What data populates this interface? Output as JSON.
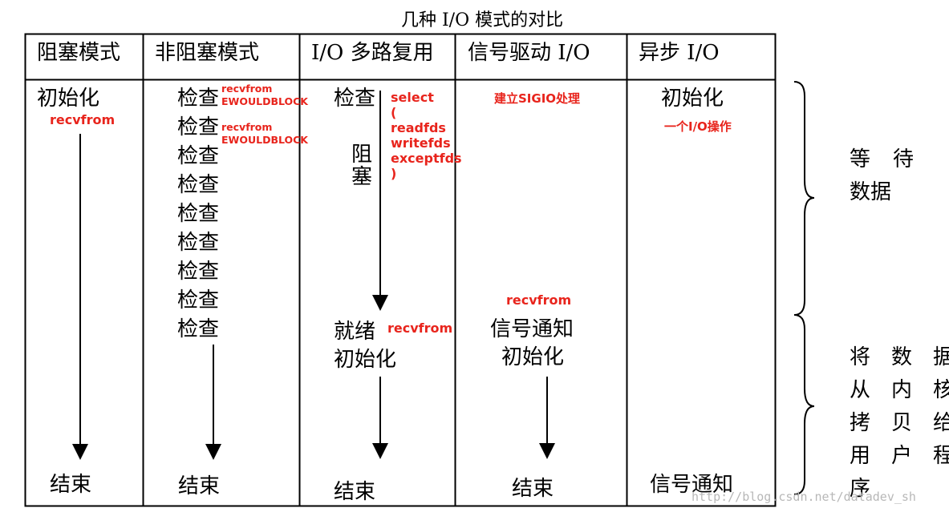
{
  "title": "几种 I/O 模式的对比",
  "headers": [
    "阻塞模式",
    "非阻塞模式",
    "I/O 多路复用",
    "信号驱动 I/O",
    "异步 I/O"
  ],
  "col1": {
    "start": "初始化",
    "call": "recvfrom",
    "end": "结束"
  },
  "col2": {
    "check_label": "检查",
    "check_count": 9,
    "red_calls": [
      "recvfrom",
      "EWOULDBLOCK",
      "recvfrom",
      "EWOULDBLOCK"
    ],
    "end": "结束"
  },
  "col3": {
    "check": "检查",
    "blocked": [
      "阻",
      "塞"
    ],
    "select_lines": [
      "select",
      "(",
      "readfds",
      "writefds",
      "exceptfds",
      ")"
    ],
    "ready": "就绪",
    "ready_call": "recvfrom",
    "init": "初始化",
    "end": "结束"
  },
  "col4": {
    "setup": "建立SIGIO处理",
    "call": "recvfrom",
    "notify": "信号通知",
    "init": "初始化",
    "end": "结束"
  },
  "col5": {
    "start": "初始化",
    "op": "一个I/O操作",
    "notify": "信号通知"
  },
  "side": {
    "wait_rows": [
      [
        "等",
        "待"
      ],
      [
        "数据"
      ]
    ],
    "copy_rows": [
      [
        "将",
        "数",
        "据"
      ],
      [
        "从",
        "内",
        "核"
      ],
      [
        "拷",
        "贝",
        "给"
      ],
      [
        "用",
        "户",
        "程"
      ],
      [
        "序"
      ]
    ]
  },
  "watermark": "http://blog.csdn.net/datadev_sh",
  "colors": {
    "accent": "#e8241c",
    "line": "#000000",
    "watermark": "#b8b8b8"
  }
}
